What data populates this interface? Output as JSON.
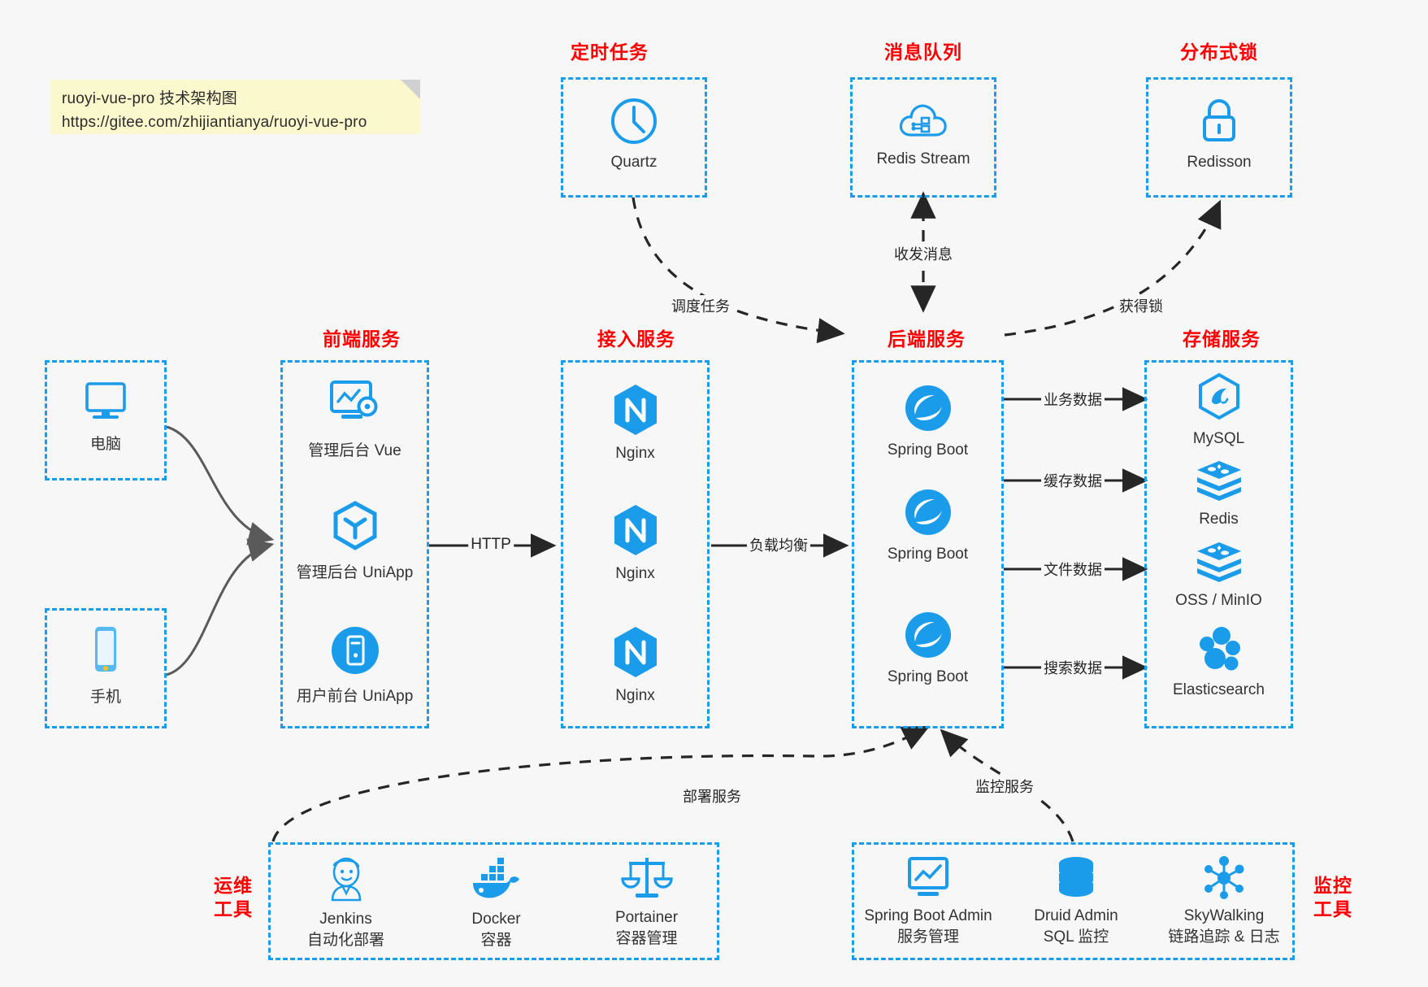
{
  "note": {
    "line1": "ruoyi-vue-pro 技术架构图",
    "line2": "https://gitee.com/zhijiantianya/ruoyi-vue-pro"
  },
  "colors": {
    "accent": "#1a9ceb",
    "title_red": "#ff0000",
    "note_bg": "#fcf8cd",
    "page_bg": "#f7f7f7",
    "edge": "#262626"
  },
  "groups": {
    "scheduled_task": {
      "title": "定时任务",
      "items": [
        {
          "label": "Quartz",
          "icon": "clock-icon"
        }
      ]
    },
    "message_queue": {
      "title": "消息队列",
      "items": [
        {
          "label": "Redis Stream",
          "icon": "cloud-network-icon"
        }
      ]
    },
    "distributed_lock": {
      "title": "分布式锁",
      "items": [
        {
          "label": "Redisson",
          "icon": "lock-icon"
        }
      ]
    },
    "clients": {
      "items": [
        {
          "label": "电脑",
          "icon": "desktop-icon"
        },
        {
          "label": "手机",
          "icon": "mobile-phone-icon"
        }
      ]
    },
    "frontend": {
      "title": "前端服务",
      "items": [
        {
          "label": "管理后台 Vue",
          "icon": "dashboard-gear-icon"
        },
        {
          "label": "管理后台 UniApp",
          "icon": "uniapp-cube-icon"
        },
        {
          "label": "用户前台 UniApp",
          "icon": "mobile-app-icon"
        }
      ]
    },
    "gateway": {
      "title": "接入服务",
      "items": [
        {
          "label": "Nginx",
          "icon": "nginx-icon"
        },
        {
          "label": "Nginx",
          "icon": "nginx-icon"
        },
        {
          "label": "Nginx",
          "icon": "nginx-icon"
        }
      ]
    },
    "backend": {
      "title": "后端服务",
      "items": [
        {
          "label": "Spring Boot",
          "icon": "spring-boot-icon"
        },
        {
          "label": "Spring Boot",
          "icon": "spring-boot-icon"
        },
        {
          "label": "Spring Boot",
          "icon": "spring-boot-icon"
        }
      ]
    },
    "storage": {
      "title": "存储服务",
      "items": [
        {
          "label": "MySQL",
          "icon": "mysql-icon"
        },
        {
          "label": "Redis",
          "icon": "redis-icon"
        },
        {
          "label": "OSS / MinIO",
          "icon": "oss-minio-icon"
        },
        {
          "label": "Elasticsearch",
          "icon": "elasticsearch-icon"
        }
      ]
    },
    "devops": {
      "title_line1": "运维",
      "title_line2": "工具",
      "items": [
        {
          "name": "Jenkins",
          "desc": "自动化部署",
          "icon": "jenkins-icon"
        },
        {
          "name": "Docker",
          "desc": "容器",
          "icon": "docker-icon"
        },
        {
          "name": "Portainer",
          "desc": "容器管理",
          "icon": "scales-icon"
        }
      ]
    },
    "monitoring": {
      "title_line1": "监控",
      "title_line2": "工具",
      "items": [
        {
          "name": "Spring Boot Admin",
          "desc": "服务管理",
          "icon": "monitor-chart-icon"
        },
        {
          "name": "Druid Admin",
          "desc": "SQL 监控",
          "icon": "database-icon"
        },
        {
          "name": "SkyWalking",
          "desc": "链路追踪 & 日志",
          "icon": "skywalking-icon"
        }
      ]
    }
  },
  "edges": [
    {
      "label": "调度任务",
      "from": "scheduled_task",
      "to": "backend"
    },
    {
      "label": "收发消息",
      "from": "message_queue",
      "to": "backend"
    },
    {
      "label": "获得锁",
      "from": "backend",
      "to": "distributed_lock"
    },
    {
      "label": "HTTP",
      "from": "frontend",
      "to": "gateway"
    },
    {
      "label": "负载均衡",
      "from": "gateway",
      "to": "backend"
    },
    {
      "label": "业务数据",
      "from": "backend",
      "to": "mysql"
    },
    {
      "label": "缓存数据",
      "from": "backend",
      "to": "redis"
    },
    {
      "label": "文件数据",
      "from": "backend",
      "to": "oss"
    },
    {
      "label": "搜索数据",
      "from": "backend",
      "to": "elasticsearch"
    },
    {
      "label": "部署服务",
      "from": "devops",
      "to": "backend"
    },
    {
      "label": "监控服务",
      "from": "monitoring",
      "to": "backend"
    }
  ]
}
